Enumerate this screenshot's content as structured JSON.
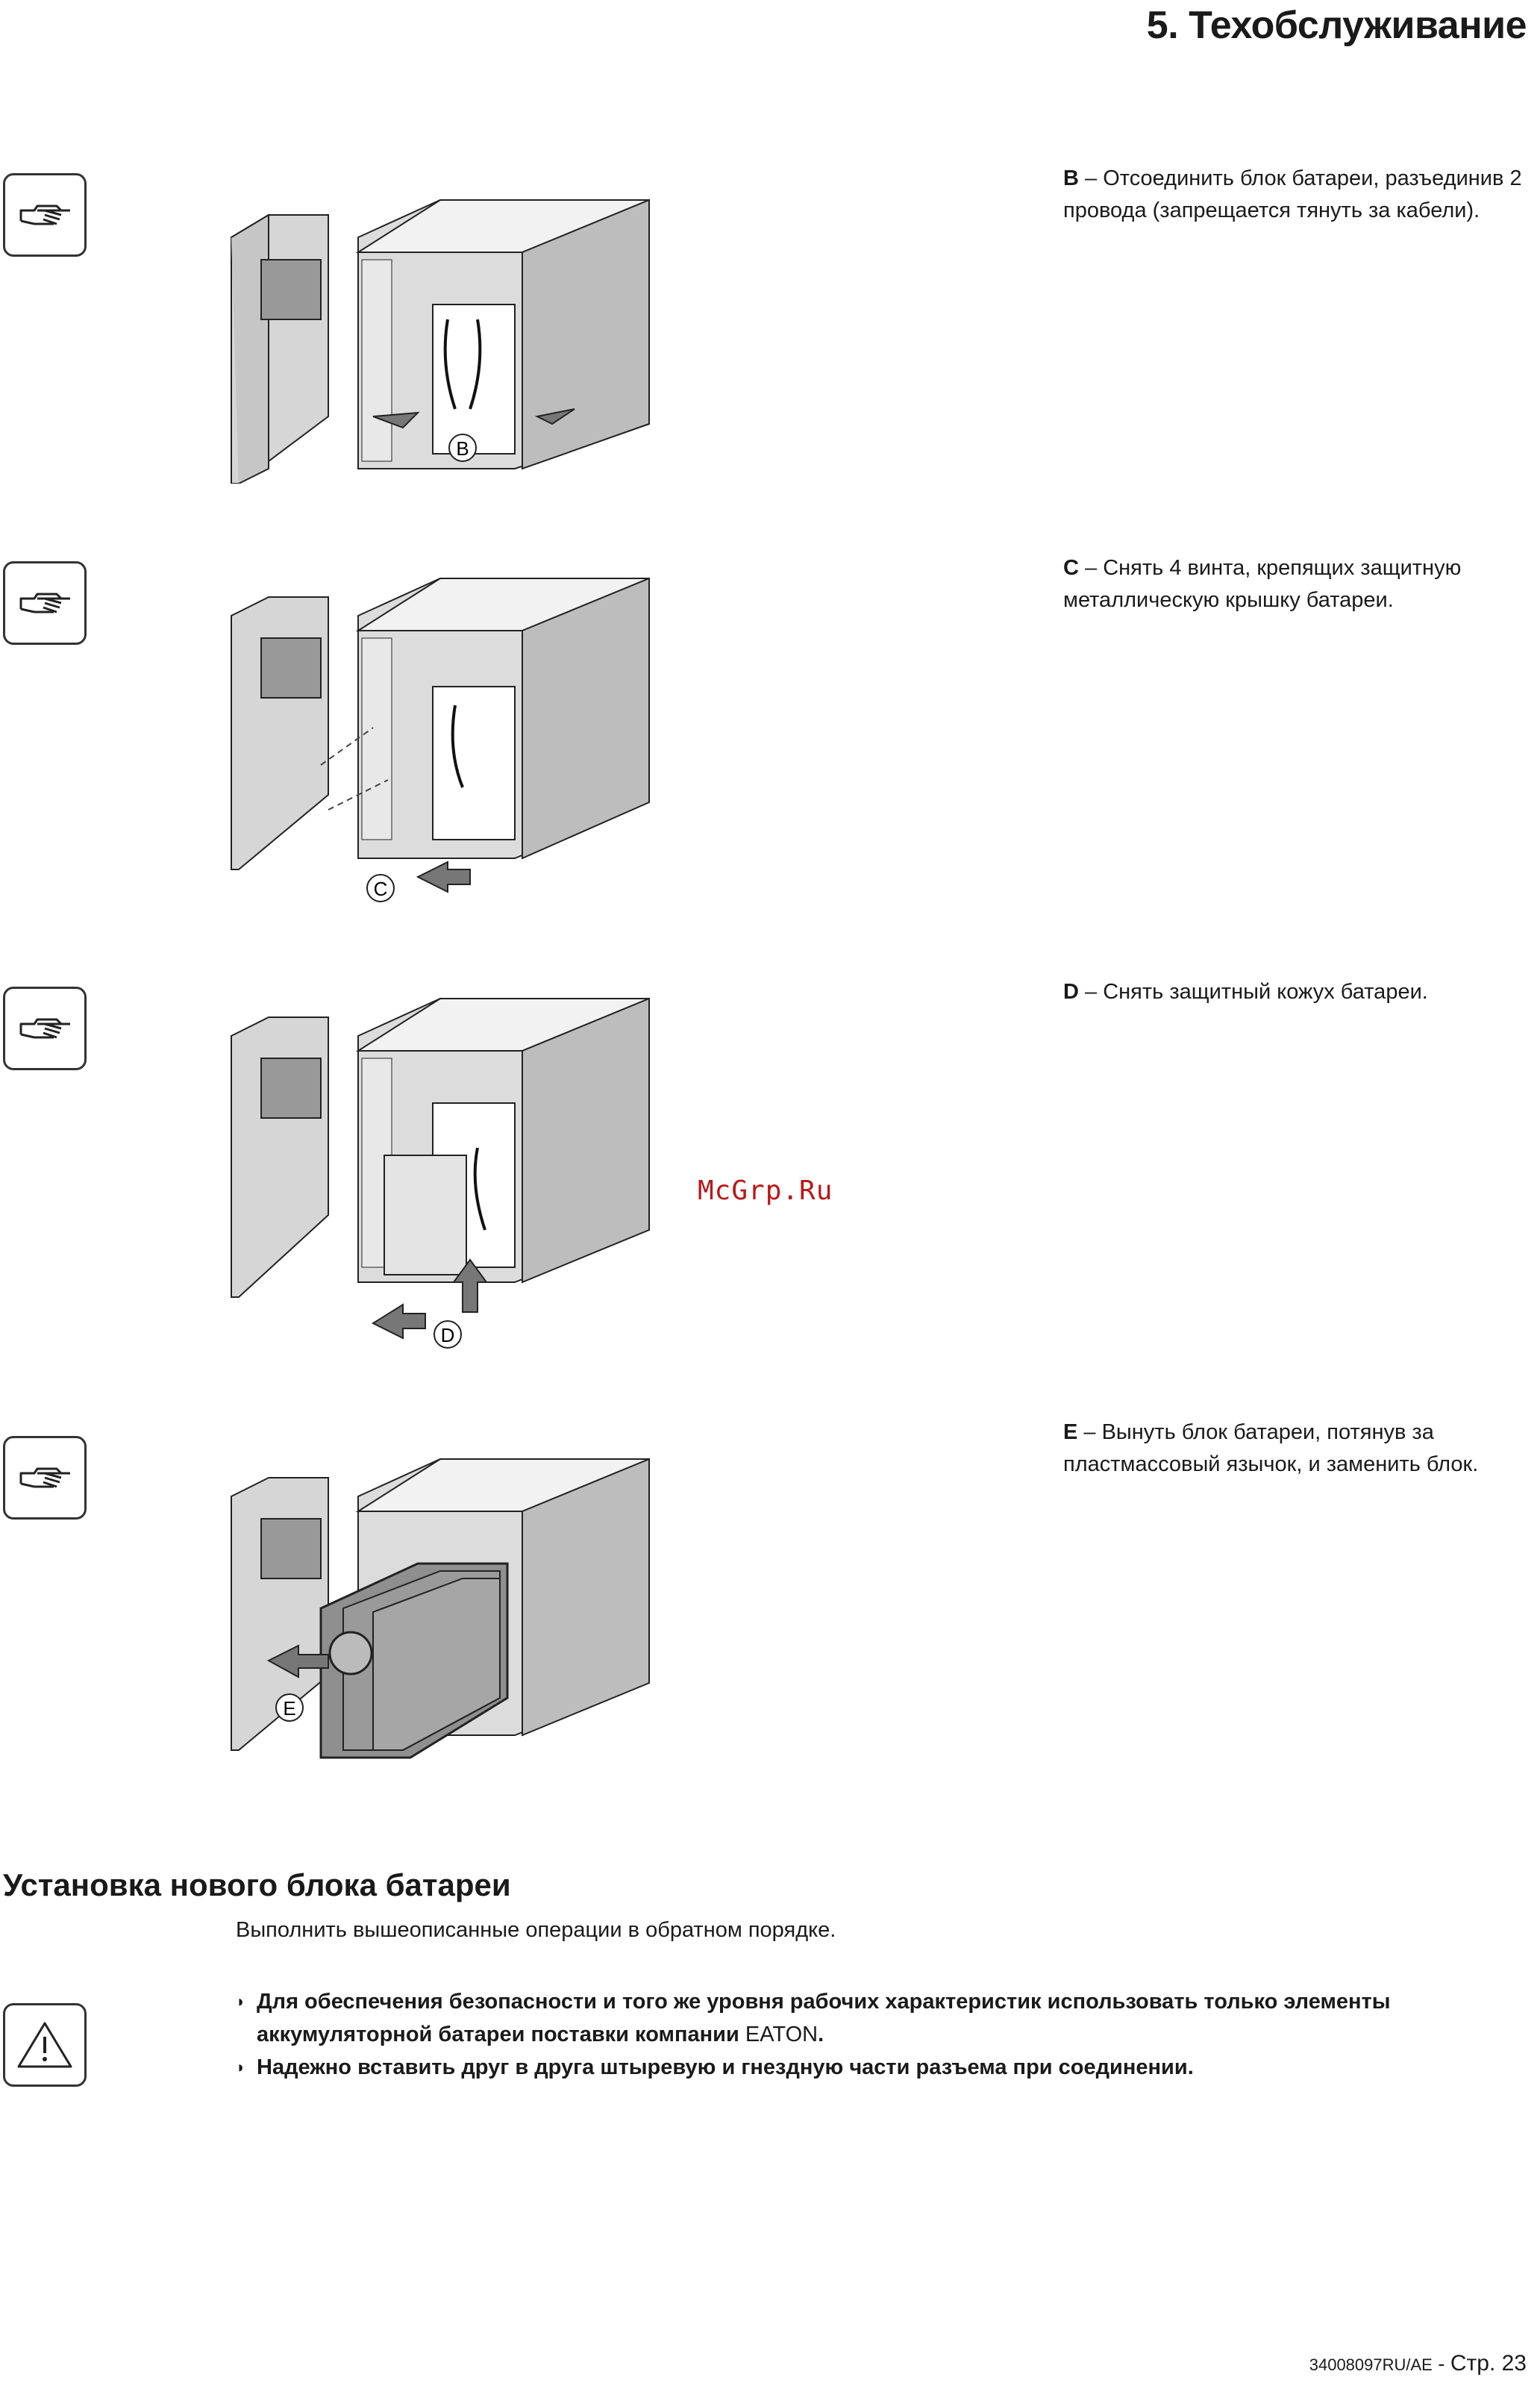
{
  "header": {
    "title": "5. Техобслуживание"
  },
  "steps": [
    {
      "letter": "B",
      "dash": " – ",
      "text": "Отсоединить блок батареи, разъединив 2 провода (запрещается тянуть за кабели)."
    },
    {
      "letter": "C",
      "dash": " – ",
      "text": "Снять 4 винта, крепящих защитную металлическую крышку батареи."
    },
    {
      "letter": "D",
      "dash": " – ",
      "text": "Снять защитный кожух батареи."
    },
    {
      "letter": "E",
      "dash": " – ",
      "text": "Вынуть блок батареи, потянув за пластмассовый язычок, и заменить блок."
    }
  ],
  "watermark": "McGrp.Ru",
  "install": {
    "title": "Установка нового блока батареи",
    "intro": "Выполнить вышеописанные операции в обратном порядке.",
    "notes": [
      {
        "bold": "Для обеспечения безопасности и того же уровня рабочих характеристик использовать только элементы аккумуляторной батареи поставки компании ",
        "normal": "EATON",
        "tail": "."
      },
      {
        "bold": "Надежно вставить друг в друга штыревую и гнездную части разъема при соединении.",
        "normal": "",
        "tail": ""
      }
    ]
  },
  "footer": {
    "code": "34008097RU/AE",
    "sep": " - ",
    "page": "Стр. 23"
  },
  "icons": {
    "step_icon": "hand-pointing-icon",
    "warning_icon": "warning-triangle-icon"
  }
}
